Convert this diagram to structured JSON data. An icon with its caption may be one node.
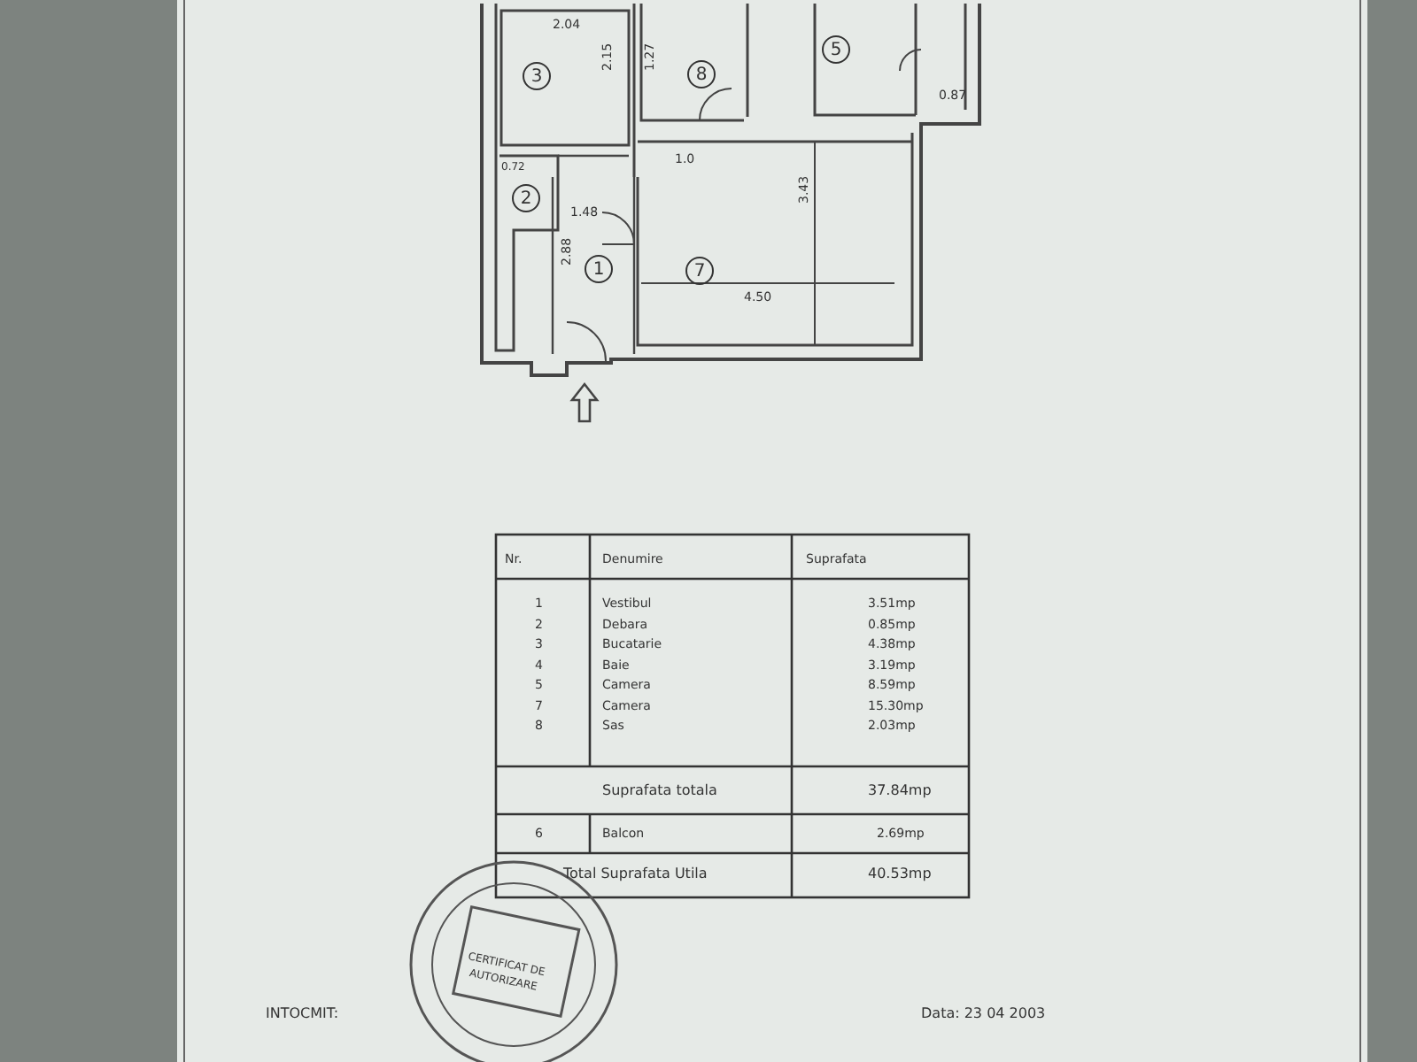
{
  "diagram": {
    "nodes": [
      {
        "text": [
          "3"
        ]
      },
      {
        "text": [
          "8"
        ]
      },
      {
        "text": [
          "5"
        ]
      },
      {
        "text": [
          "2"
        ]
      },
      {
        "text": [
          "1"
        ]
      },
      {
        "text": [
          "7"
        ]
      }
    ],
    "labels": [
      "2.04",
      "2.15",
      "1.27",
      "1.0",
      "0.87",
      "0.72",
      "1.48",
      "2.88",
      "3.43",
      "4.50",
      "Nr.",
      "Denumire",
      "Suprafata",
      "1",
      "Vestibul",
      "3.51mp",
      "2",
      "Debara",
      "0.85mp",
      "3",
      "Bucatarie",
      "4.38mp",
      "4",
      "Baie",
      "3.19mp",
      "5",
      "Camera",
      "8.59mp",
      "7",
      "Camera",
      "15.30mp",
      "8",
      "Sas",
      "2.03mp",
      "Suprafata totala",
      "37.84mp",
      "6",
      "Balcon",
      "2.69mp",
      "Total Suprafata Utila",
      "40.53mp",
      "CERTIFICAT DE AUTORIZARE",
      "INTOCMIT:",
      "Data: 23 04 2003"
    ]
  }
}
